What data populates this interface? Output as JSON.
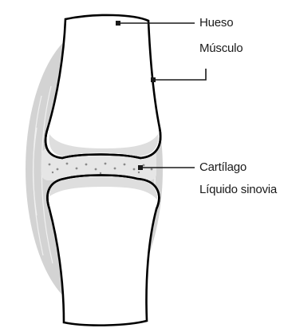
{
  "labels": {
    "hueso": "Hueso",
    "musculo": "Músculo",
    "cartilago": "Cartílago",
    "liquido": "Líquido sinovia"
  }
}
